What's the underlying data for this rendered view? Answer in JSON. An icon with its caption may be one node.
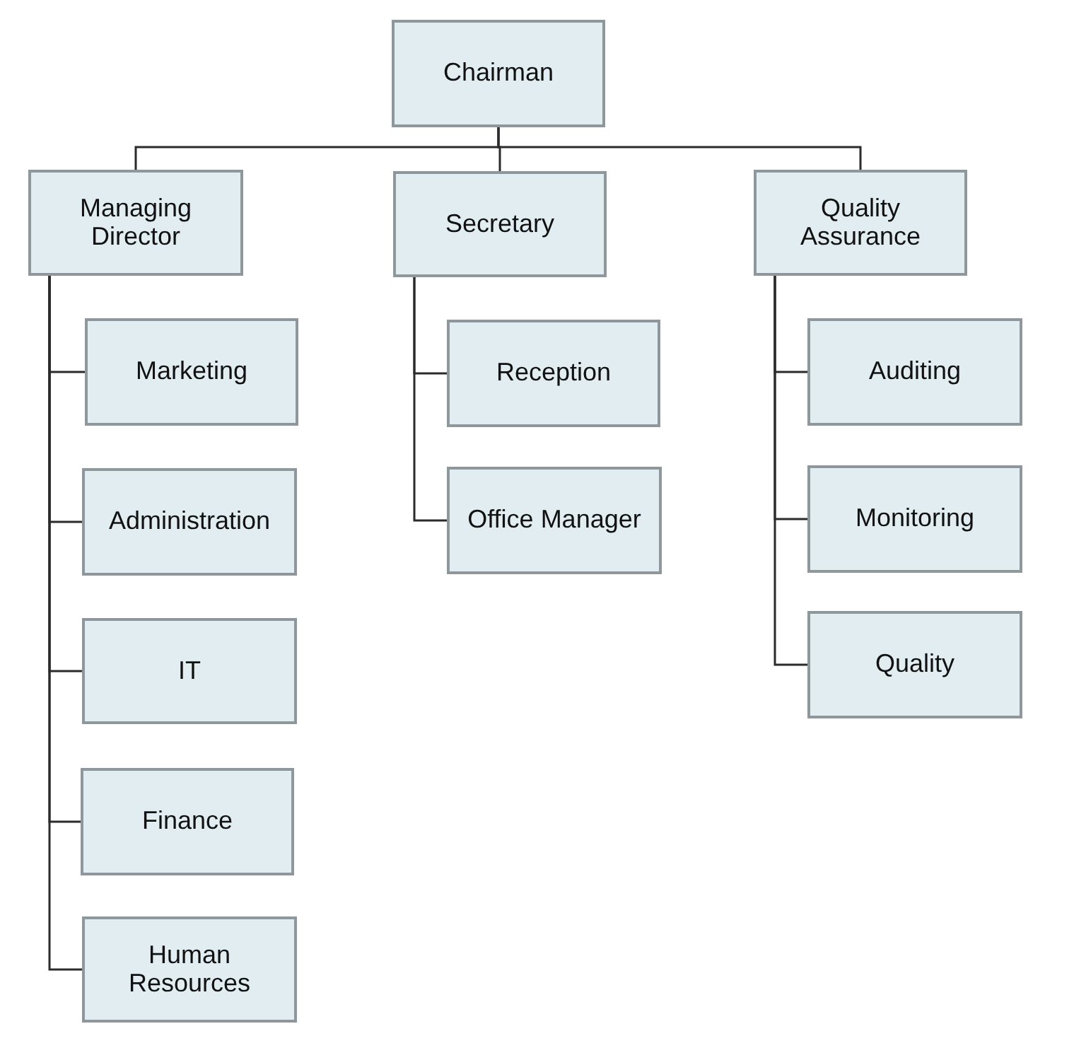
{
  "diagram": {
    "nodes": [
      {
        "text": [
          "Chairman"
        ]
      },
      {
        "text": [
          "Managing Director"
        ]
      },
      {
        "text": [
          "Secretary"
        ]
      },
      {
        "text": [
          "Quality Assurance"
        ]
      },
      {
        "text": [
          "Marketing"
        ]
      },
      {
        "text": [
          "Administration"
        ]
      },
      {
        "text": [
          "IT"
        ]
      },
      {
        "text": [
          "Finance"
        ]
      },
      {
        "text": [
          "Human Resources"
        ]
      },
      {
        "text": [
          "Reception"
        ]
      },
      {
        "text": [
          "Office Manager"
        ]
      },
      {
        "text": [
          "Auditing"
        ]
      },
      {
        "text": [
          "Monitoring"
        ]
      },
      {
        "text": [
          "Quality"
        ]
      }
    ],
    "edges": [
      {
        "from": 0,
        "to": 1,
        "arrow": "none"
      },
      {
        "from": 0,
        "to": 2,
        "arrow": "none"
      },
      {
        "from": 0,
        "to": 3,
        "arrow": "none"
      },
      {
        "from": 1,
        "to": 4,
        "arrow": "none"
      },
      {
        "from": 1,
        "to": 5,
        "arrow": "none"
      },
      {
        "from": 1,
        "to": 6,
        "arrow": "none"
      },
      {
        "from": 1,
        "to": 7,
        "arrow": "none"
      },
      {
        "from": 1,
        "to": 8,
        "arrow": "none"
      },
      {
        "from": 2,
        "to": 9,
        "arrow": "none"
      },
      {
        "from": 2,
        "to": 10,
        "arrow": "none"
      },
      {
        "from": 3,
        "to": 11,
        "arrow": "none"
      },
      {
        "from": 3,
        "to": 12,
        "arrow": "none"
      },
      {
        "from": 3,
        "to": 13,
        "arrow": "none"
      }
    ]
  }
}
